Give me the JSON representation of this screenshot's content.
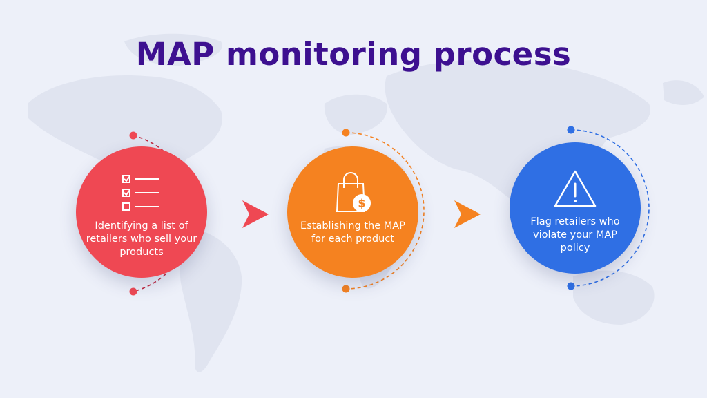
{
  "title": "MAP monitoring process",
  "colors": {
    "title": "#3d1090",
    "background": "#edf0f9",
    "map": "#dfe3ef",
    "red": "#ef4853",
    "orange": "#f58220",
    "blue": "#2f6fe4"
  },
  "steps": [
    {
      "icon": "checklist-icon",
      "color": "#ef4853",
      "label": "Identifying a list of retailers who sell your products"
    },
    {
      "icon": "shopping-bag-dollar-icon",
      "color": "#f58220",
      "label": "Establishing the MAP for each product"
    },
    {
      "icon": "warning-triangle-icon",
      "color": "#2f6fe4",
      "label": "Flag retailers who violate your MAP policy"
    }
  ]
}
